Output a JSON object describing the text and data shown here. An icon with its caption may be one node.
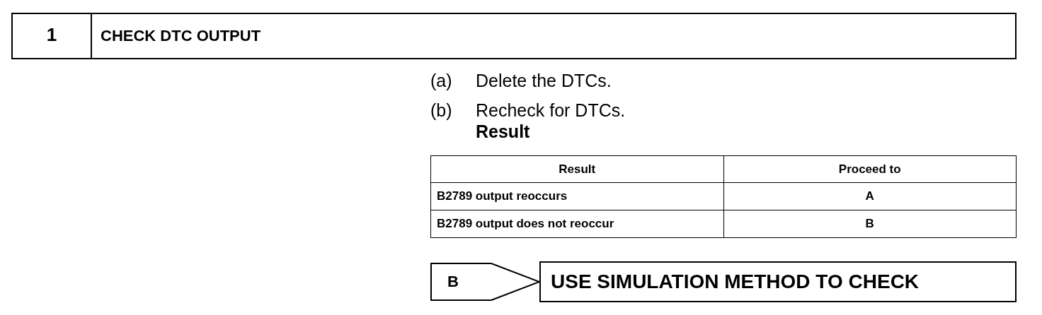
{
  "diagram": {
    "nodes": [
      {
        "text": [
          "1",
          "CHECK DTC OUTPUT"
        ]
      },
      {
        "text": [
          "B"
        ]
      },
      {
        "text": [
          "USE SIMULATION METHOD TO CHECK"
        ]
      }
    ],
    "edges": [
      {
        "from": 1,
        "to": 2,
        "arrow": "to"
      }
    ],
    "labels": [
      "(a)",
      "Delete the DTCs.",
      "(b)",
      "Recheck for DTCs.",
      "Result",
      "Result",
      "Proceed to",
      "B2789 output reoccurs",
      "A",
      "B2789 output does not reoccur",
      "B"
    ]
  }
}
